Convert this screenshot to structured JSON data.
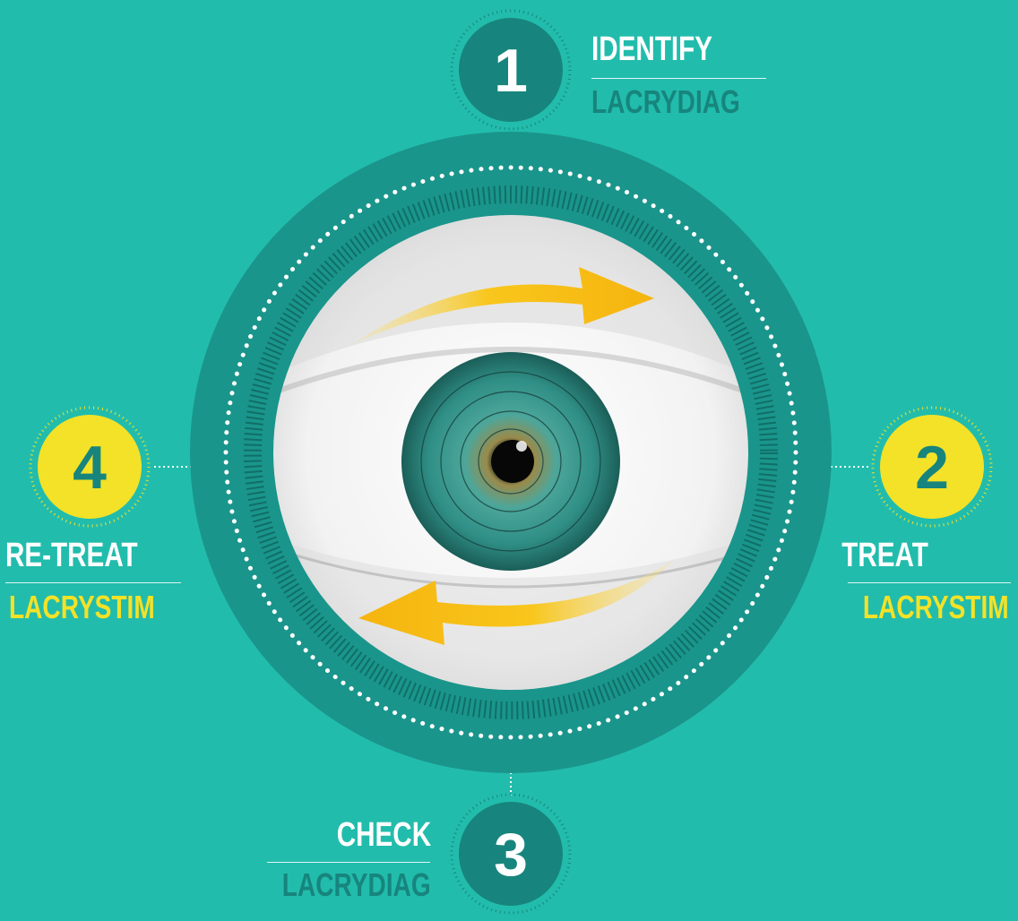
{
  "steps": [
    {
      "number": "1",
      "title": "IDENTIFY",
      "product": "LACRYDIAG",
      "badge_color": "#17857d",
      "number_color": "#ffffff",
      "product_color": "#17857d"
    },
    {
      "number": "2",
      "title": "TREAT",
      "product": "LACRYSTIM",
      "badge_color": "#f3e227",
      "number_color": "#17857d",
      "product_color": "#f3e227"
    },
    {
      "number": "3",
      "title": "CHECK",
      "product": "LACRYDIAG",
      "badge_color": "#17857d",
      "number_color": "#ffffff",
      "product_color": "#17857d"
    },
    {
      "number": "4",
      "title": "RE-TREAT",
      "product": "LACRYSTIM",
      "badge_color": "#f3e227",
      "number_color": "#17857d",
      "product_color": "#f3e227"
    }
  ],
  "colors": {
    "background": "#22bcac",
    "ring": "#1a958b",
    "arrow": "#f8c61c",
    "iris": "#2f8f86"
  }
}
